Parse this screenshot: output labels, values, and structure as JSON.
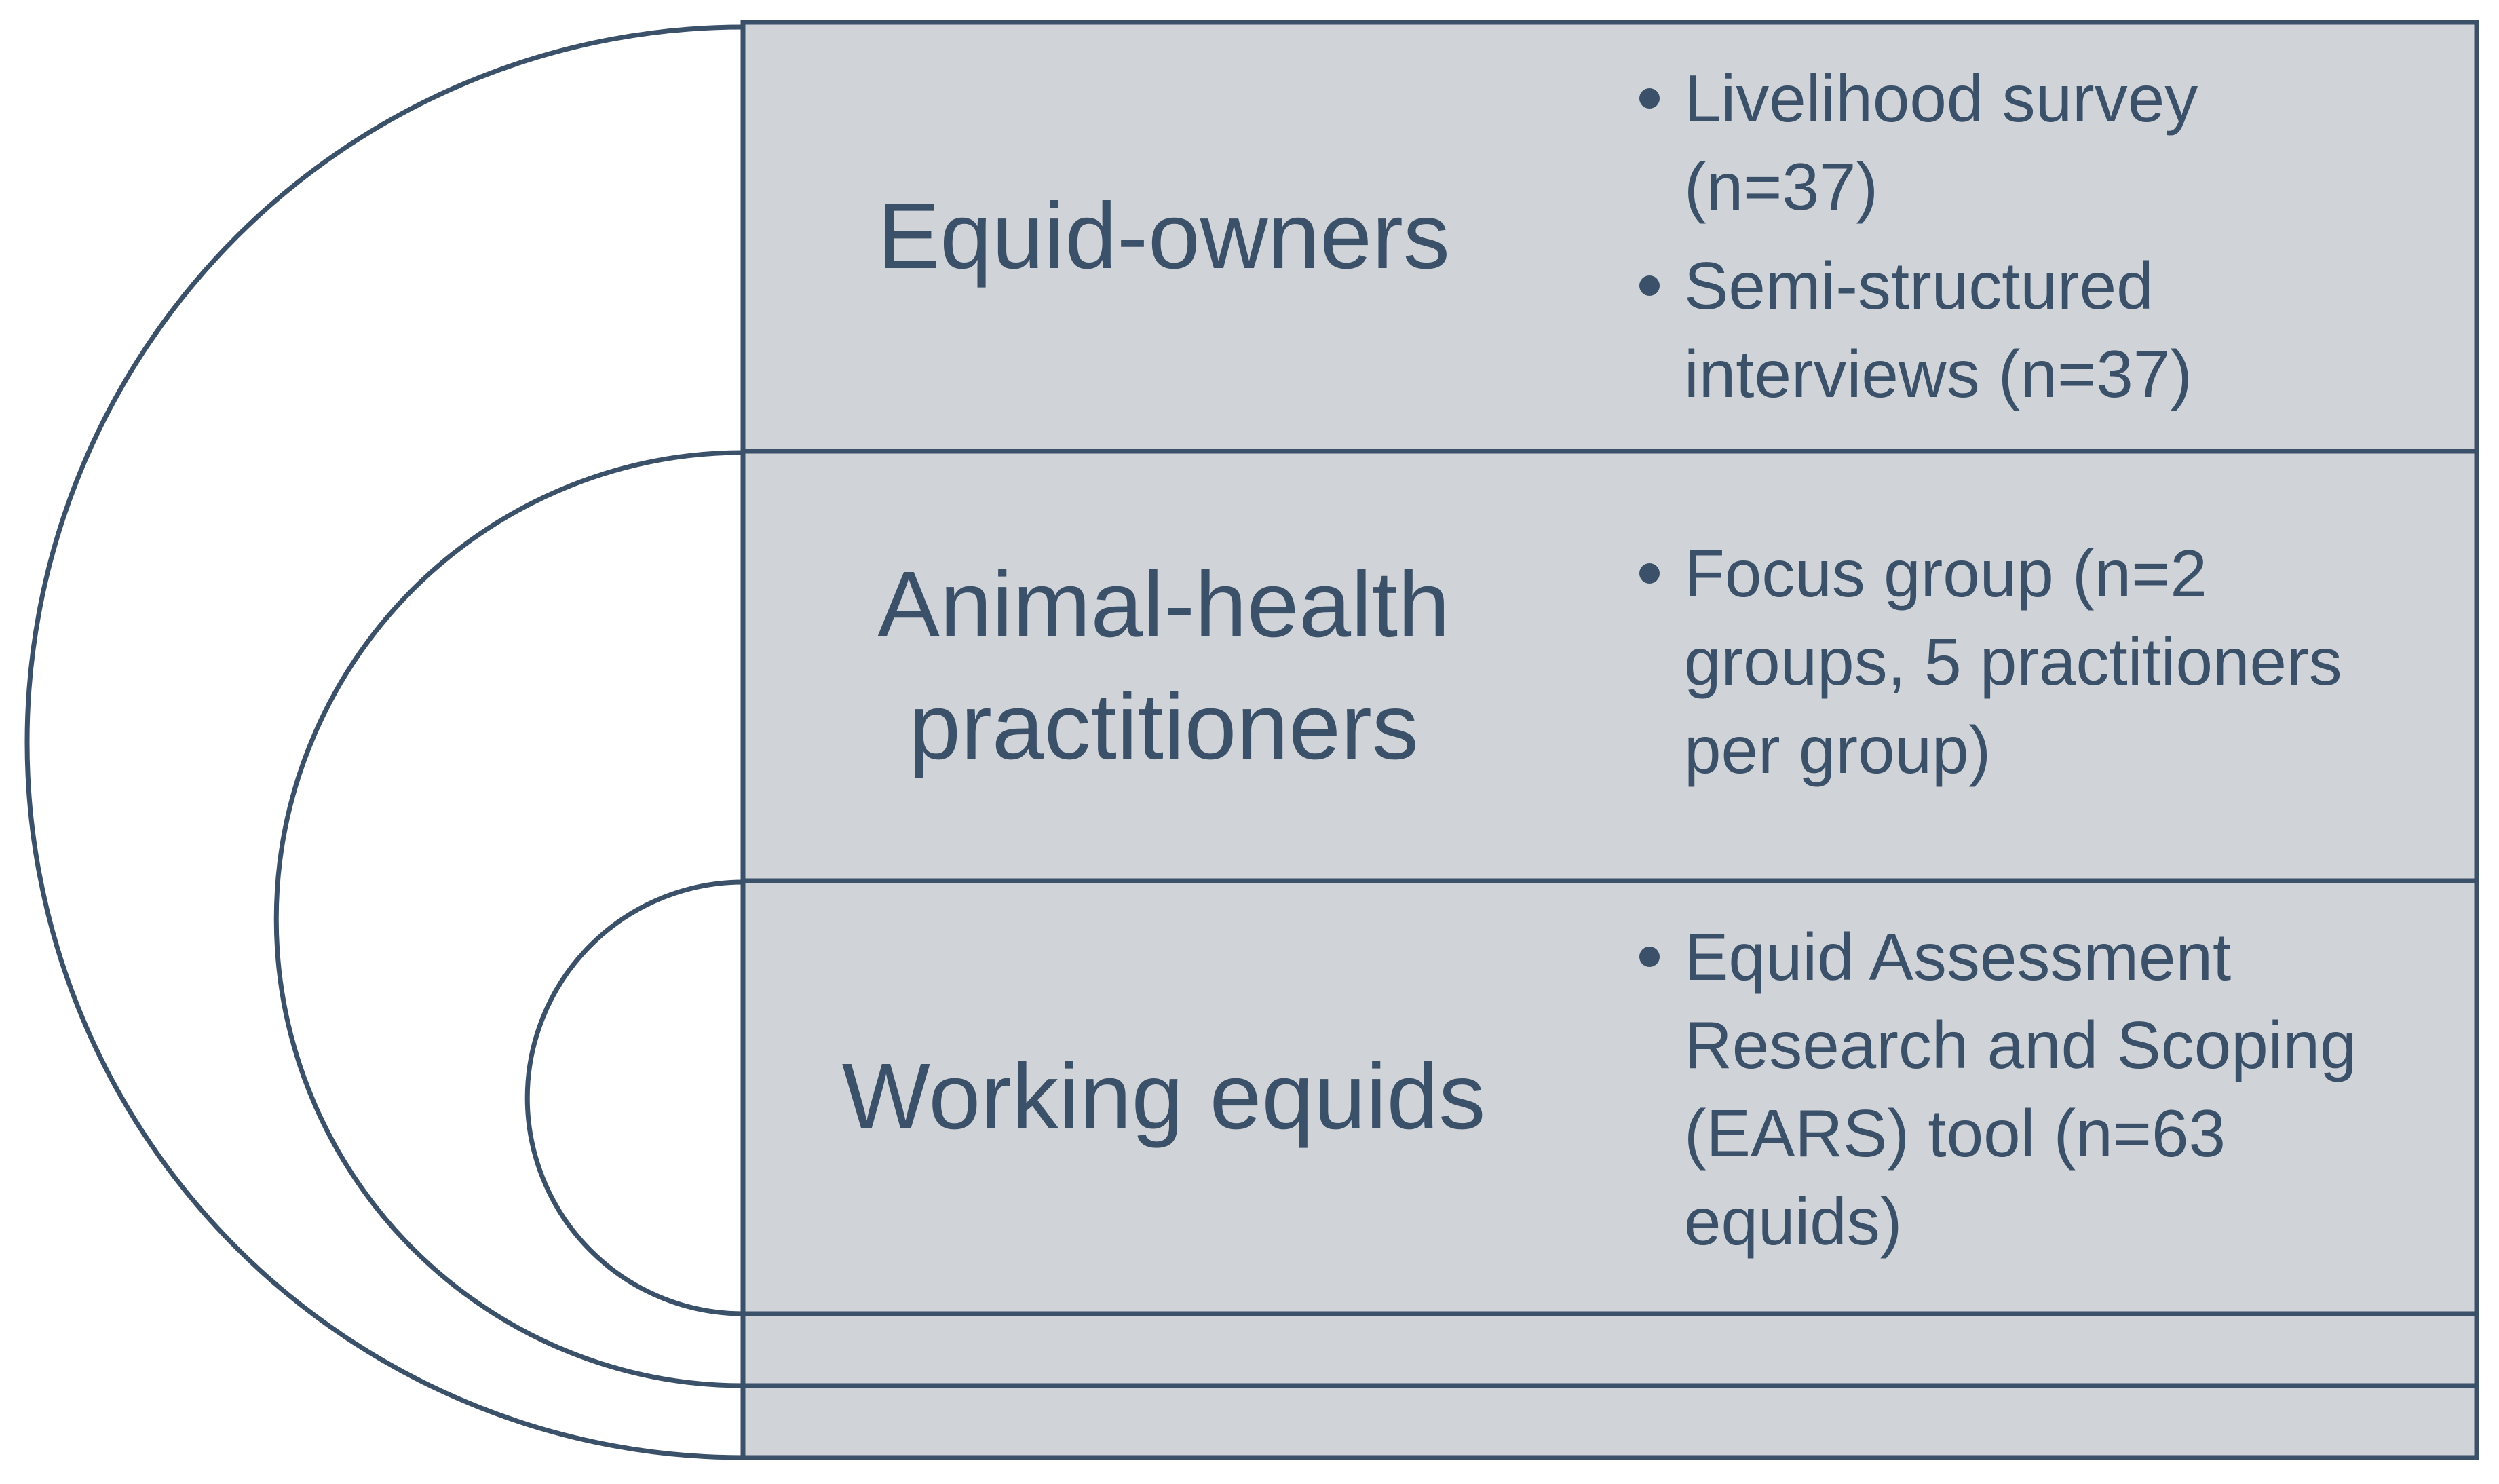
{
  "colors": {
    "panel_fill": "#d0d4d9",
    "stroke": "#3b5069",
    "text": "#3b5069",
    "background": "#ffffff"
  },
  "layers": [
    {
      "label_lines": [
        "Equid-owners"
      ],
      "methods": [
        {
          "lines": [
            "Livelihood survey",
            "(n=37)"
          ]
        },
        {
          "lines": [
            "Semi-structured",
            "interviews (n=37)"
          ]
        }
      ]
    },
    {
      "label_lines": [
        "Animal-health",
        "practitioners"
      ],
      "methods": [
        {
          "lines": [
            "Focus group (n=2",
            "groups, 5 practitioners",
            "per group)"
          ]
        }
      ]
    },
    {
      "label_lines": [
        "Working equids"
      ],
      "methods": [
        {
          "lines": [
            "Equid Assessment",
            "Research and Scoping",
            "(EARS) tool (n=63",
            "equids)"
          ]
        }
      ]
    }
  ]
}
